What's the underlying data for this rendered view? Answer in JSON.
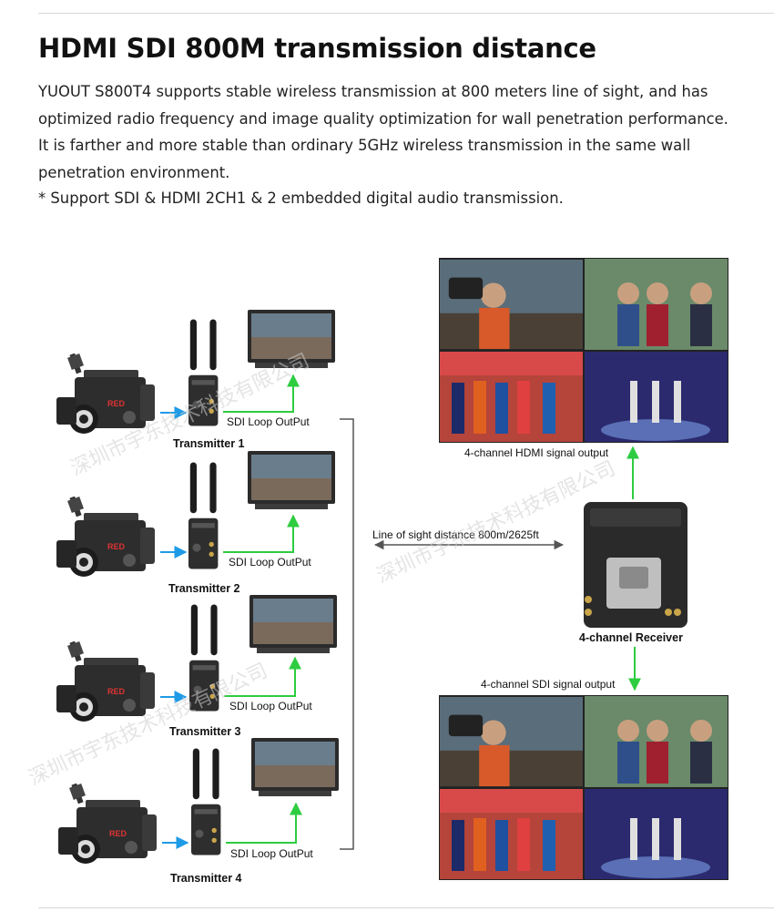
{
  "header": {
    "title": "HDMI SDI 800M transmission distance",
    "description": "YUOUT S800T4 supports stable wireless transmission at 800 meters line of sight, and has optimized radio frequency and image quality optimization for wall penetration performance. It is farther and more stable than ordinary 5GHz wireless transmission in the same wall penetration environment.",
    "note": "* Support SDI & HDMI 2CH1 & 2 embedded digital audio transmission."
  },
  "diagram": {
    "transmitters": [
      {
        "label": "Transmitter 1",
        "loop": "SDI Loop OutPut"
      },
      {
        "label": "Transmitter 2",
        "loop": "SDI Loop OutPut"
      },
      {
        "label": "Transmitter 3",
        "loop": "SDI Loop OutPut"
      },
      {
        "label": "Transmitter 4",
        "loop": "SDI Loop OutPut"
      }
    ],
    "distance_label": "Line of sight distance 800m/2625ft",
    "receiver_label": "4-channel Receiver",
    "hdmi_output_label": "4-channel HDMI signal output",
    "sdi_output_label": "4-channel SDI signal output",
    "watermark": "深圳市宇东技术科技有限公司",
    "colors": {
      "arrow_blue": "#1e9be6",
      "arrow_green": "#2ecc40",
      "device": "#2a2a2a"
    }
  }
}
